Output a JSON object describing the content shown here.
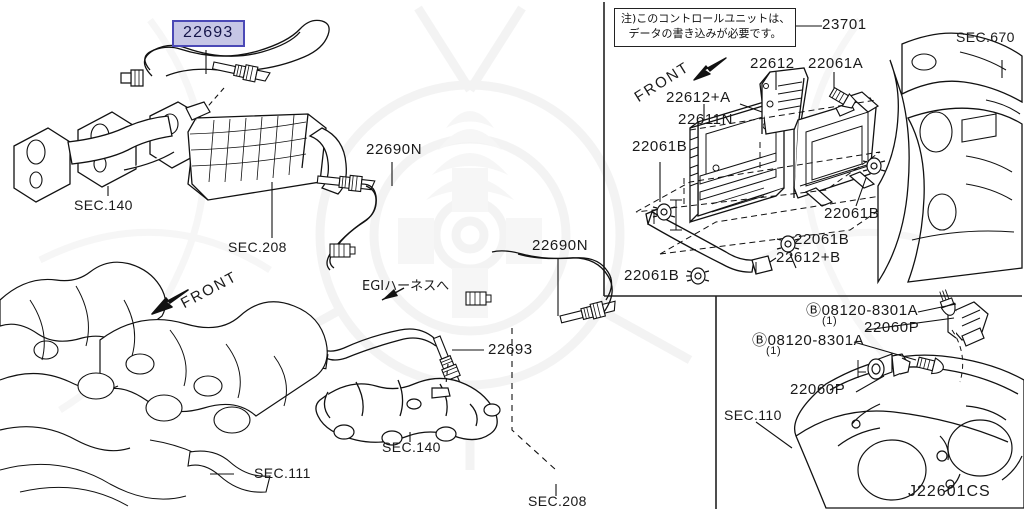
{
  "diagram": {
    "id": "J22601CS",
    "highlight_color": "#4b49b6",
    "highlight_fill": "#c6c6e6"
  },
  "note_box": {
    "line1": "注)このコントロールユニットは、",
    "line2": "データの書き込みが必要です。"
  },
  "direction_markers": [
    {
      "label": "FRONT"
    },
    {
      "label": "FRONT"
    }
  ],
  "harness_note": {
    "label": "EGIハーネスへ"
  },
  "highlighted_parts": [
    {
      "number": "22693"
    }
  ],
  "callouts": [
    {
      "number": "22693"
    },
    {
      "number": "22690N"
    },
    {
      "number": "22690N"
    },
    {
      "number": "23701"
    },
    {
      "number": "22612"
    },
    {
      "number": "22061A"
    },
    {
      "number": "22612+A"
    },
    {
      "number": "22611N"
    },
    {
      "number": "22061B"
    },
    {
      "number": "22061B"
    },
    {
      "number": "22061B"
    },
    {
      "number": "22061B"
    },
    {
      "number": "22612+B"
    },
    {
      "number": "22060P"
    },
    {
      "number": "22060P"
    }
  ],
  "fasteners": [
    {
      "mark": "Ⓑ",
      "number": "08120-8301A",
      "qty": "(1)"
    },
    {
      "mark": "Ⓑ",
      "number": "08120-8301A",
      "qty": "(1)"
    }
  ],
  "section_refs": [
    {
      "label": "SEC.140"
    },
    {
      "label": "SEC.208"
    },
    {
      "label": "SEC.111"
    },
    {
      "label": "SEC.140"
    },
    {
      "label": "SEC.208"
    },
    {
      "label": "SEC.670"
    },
    {
      "label": "SEC.110"
    }
  ]
}
